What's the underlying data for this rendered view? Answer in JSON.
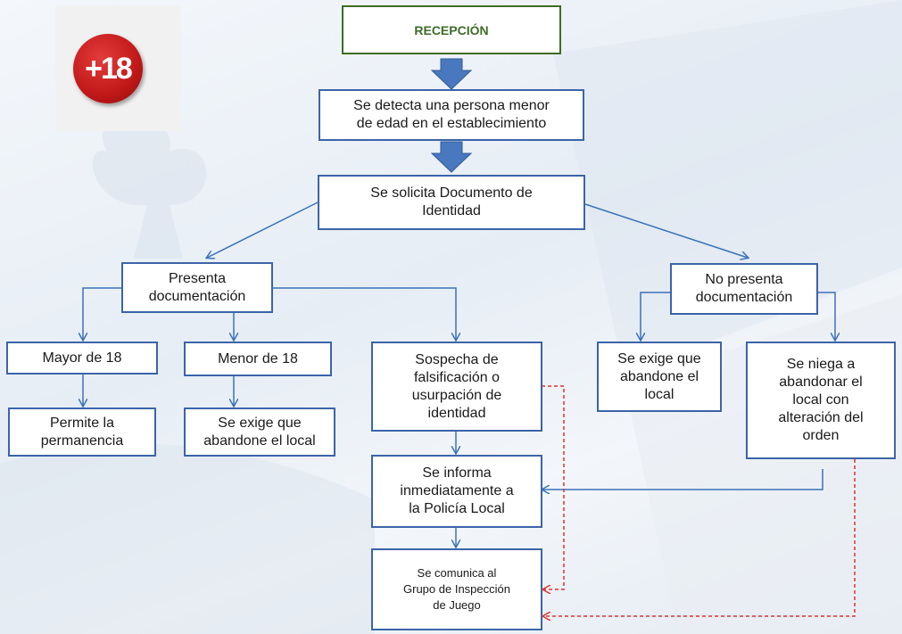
{
  "logo": {
    "text": "+18",
    "color": "#c11818"
  },
  "colors": {
    "box_border": "#3b64a8",
    "title_border": "#3f6b27",
    "connector": "#3b72b8",
    "dashed": "#e0322a",
    "arrow_fill": "#4a78bf"
  },
  "nodes": {
    "reception": "RECEPCIÓN",
    "detect": "Se detecta una persona menor\nde edad en el establecimiento",
    "request_id": "Se solicita Documento de\nIdentidad",
    "presents_docs": "Presenta\ndocumentación",
    "no_docs": "No presenta\ndocumentación",
    "over_18": "Mayor de 18",
    "under_18": "Menor de 18",
    "suspicion": "Sospecha de\nfalsificación o\nusurpación de\nidentidad",
    "must_leave_no_docs": "Se exige que\nabandone el\nlocal",
    "refuses_leave": "Se niega a\nabandonar el\nlocal  con\nalteración del\norden",
    "allow_stay": "Permite la\npermanencia",
    "must_leave_minor": "Se exige que\nabandone el local",
    "inform_police": "Se informa\ninmediatamente a\nla Policía Local",
    "notify_inspection": "Se comunica al\nGrupo de Inspección\nde Juego"
  }
}
